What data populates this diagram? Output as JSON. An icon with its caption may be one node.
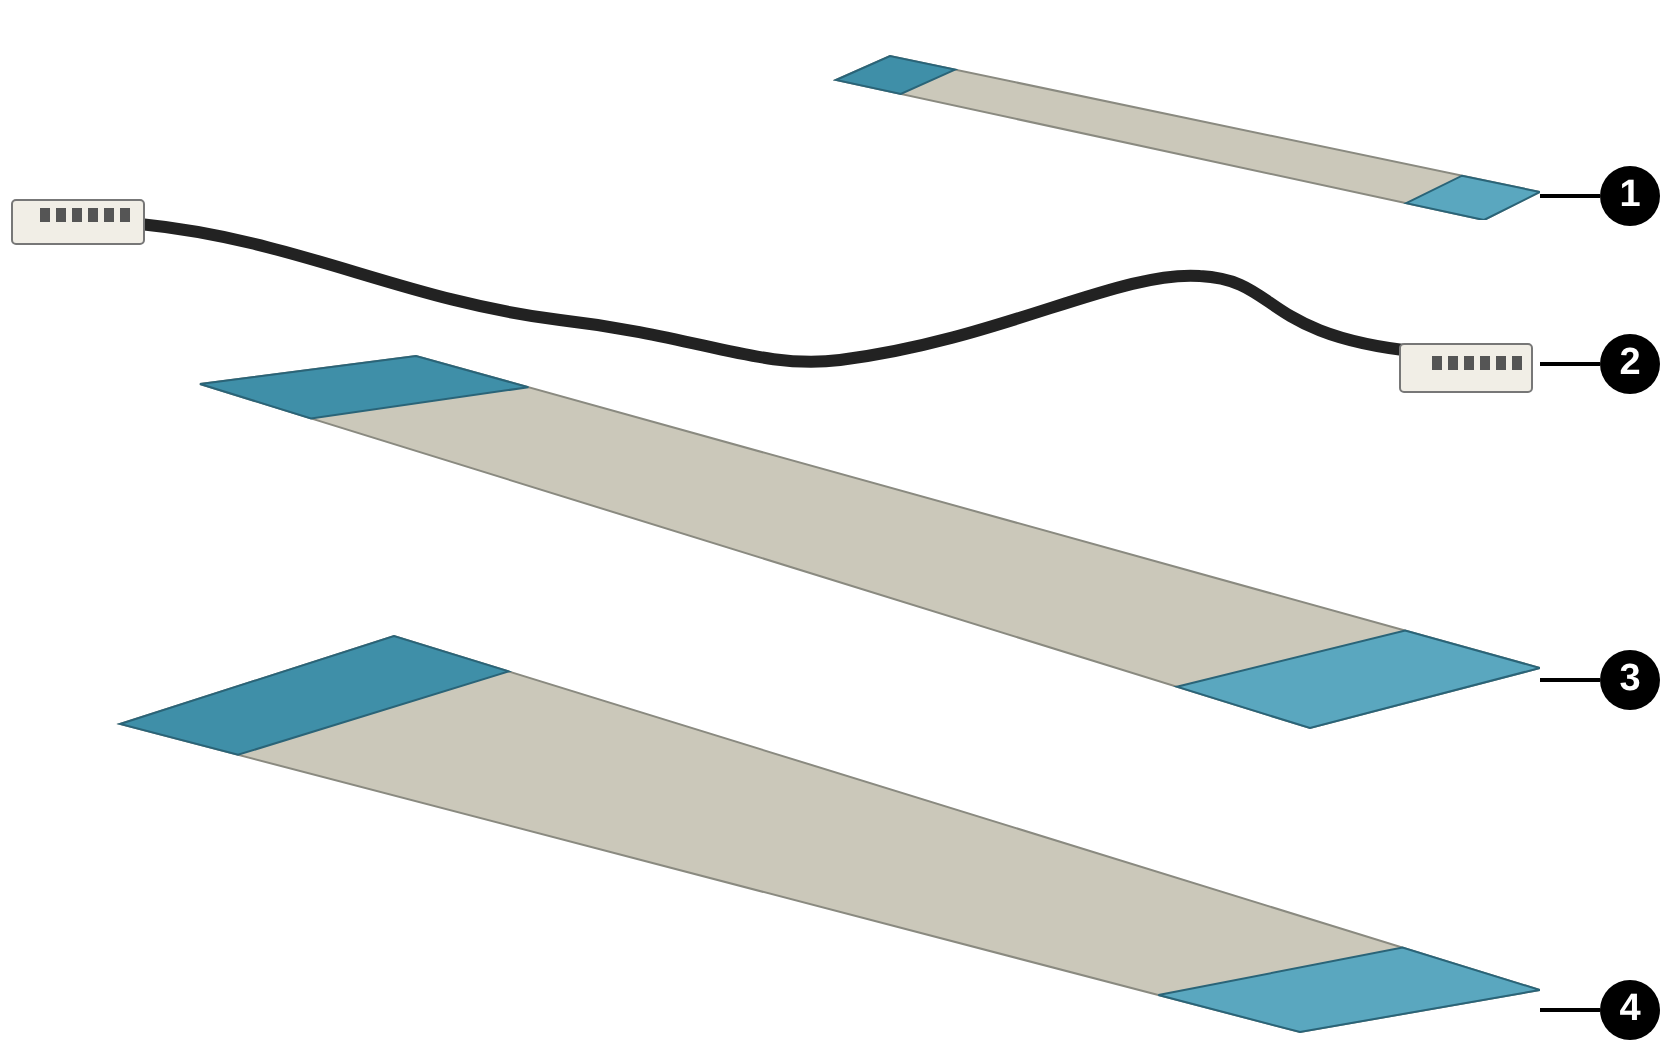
{
  "diagram": {
    "nodes": [
      {
        "text": [
          "1"
        ]
      },
      {
        "text": [
          "2"
        ]
      },
      {
        "text": [
          "3"
        ]
      },
      {
        "text": [
          "4"
        ]
      },
      {
        "text": [],
        "shape": "picture"
      },
      {
        "text": [],
        "shape": "picture"
      },
      {
        "text": [],
        "shape": "picture"
      },
      {
        "text": [],
        "shape": "picture"
      }
    ],
    "edges": [
      {
        "from": 0,
        "to": 4,
        "arrow": "none"
      },
      {
        "from": 1,
        "to": 5,
        "arrow": "none"
      },
      {
        "from": 2,
        "to": 6,
        "arrow": "none"
      },
      {
        "from": 3,
        "to": 7,
        "arrow": "none"
      }
    ]
  }
}
